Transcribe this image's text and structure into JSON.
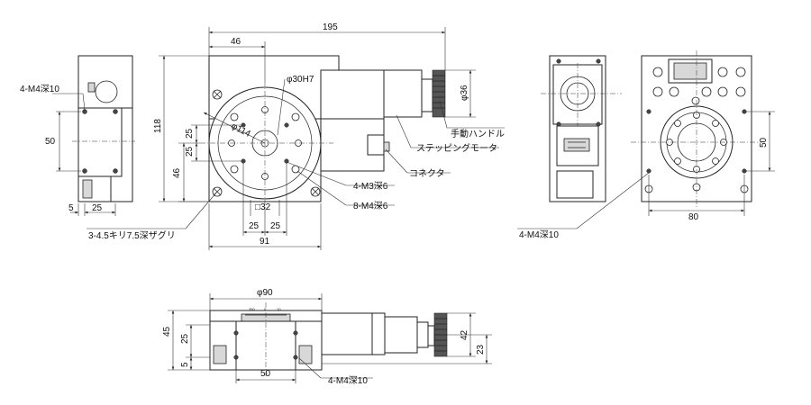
{
  "top_view": {
    "dim_overall_length": "195",
    "dim_offset_46": "46",
    "dim_bore": "φ30H7",
    "dim_height_118": "118",
    "dim_25_upper": "25",
    "dim_25_lower": "25",
    "dim_46_vertical": "46",
    "dim_pcd": "φ114",
    "dim_square": "□32",
    "dim_25_left": "25",
    "dim_25_right": "25",
    "dim_width_91": "91",
    "dim_handle_dia": "φ36",
    "label_handle": "手動ハンドル",
    "label_motor": "ステッピングモータ",
    "label_connector": "コネクタ",
    "label_m3": "4-M3深6",
    "label_m4": "8-M4深6",
    "label_counterbore": "3-4.5キリ7.5深ザグリ"
  },
  "left_view": {
    "label_m4": "4-M4深10",
    "dim_50": "50",
    "dim_5": "5",
    "dim_25": "25"
  },
  "right_view": {
    "dim_50": "50",
    "dim_80": "80",
    "label_m4": "4-M4深10"
  },
  "front_view": {
    "dim_dia_90": "φ90",
    "dim_45": "45",
    "dim_25": "25",
    "dim_5": "5",
    "dim_50": "50",
    "dim_42": "42",
    "dim_23": "23",
    "label_m4": "4-M4深10",
    "scale_labels": [
      "350",
      "0",
      "10"
    ]
  }
}
